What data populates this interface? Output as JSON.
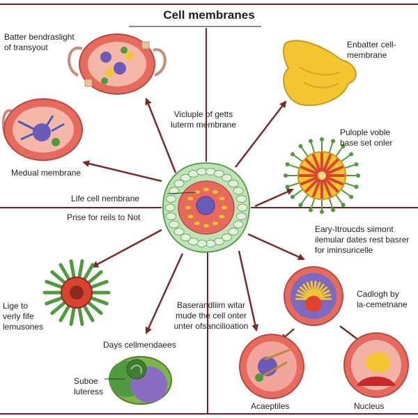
{
  "title": "Cell membranes",
  "labels": {
    "top_left": "Batter bendraslight\nof transyout",
    "top_right": "Enbatter cell-\nmembrane",
    "center_top": "Vicluple of getts\nluterm membrane",
    "medual": "Medual membrane",
    "right_mid": "Pulople voble\nbase set onler",
    "life_cell": "Life cell nembrane",
    "prise": "Prise for reils to Not",
    "right_lower": "Eary-Itroucds siimont\nilemular dates rest basrer\nfor iminsuricelle",
    "left_lower": "Lige to\nverly fife\nlemusones",
    "center_lower": "Baserandliim witar\nmude the cell onter\nunter ofsancilioation",
    "cadlogh": "Cadlogh by\nla-cemetnane",
    "days": "Days cellmendaees",
    "suboe": "Suboe\nluteress",
    "aceptiles": "Acaeptiles",
    "nucleus": "Nucleus"
  },
  "colors": {
    "frame": "#7a1f1f",
    "arrow": "#7a2a2a",
    "cell_red": "#e66a5e",
    "cell_pink": "#f7c9c0",
    "nucleus": "#6a5bb8",
    "green": "#4f9a3f",
    "yellow": "#f2c531"
  }
}
